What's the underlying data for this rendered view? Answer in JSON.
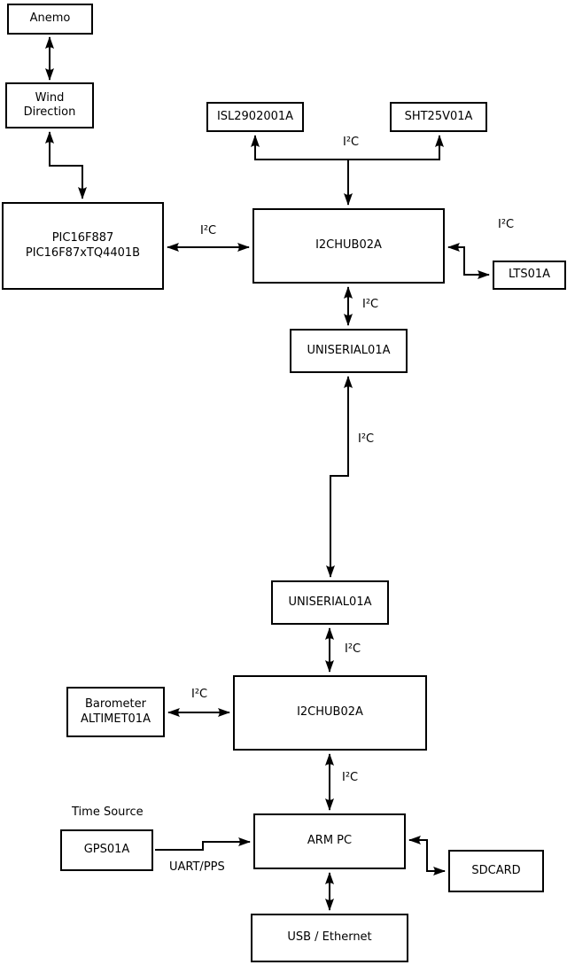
{
  "diagram": {
    "background_color": "#ffffff",
    "line_color": "#000000",
    "nodes": {
      "anemo": {
        "label": "Anemo"
      },
      "wind_direction": {
        "line1": "Wind",
        "line2": "Direction"
      },
      "pic": {
        "line1": "PIC16F887",
        "line2": "PIC16F87xTQ4401B"
      },
      "isl": {
        "label": "ISL2902001A"
      },
      "sht": {
        "label": "SHT25V01A"
      },
      "i2chub_top": {
        "label": "I2CHUB02A"
      },
      "lts": {
        "label": "LTS01A"
      },
      "uniserial_top": {
        "label": "UNISERIAL01A"
      },
      "uniserial_bottom": {
        "label": "UNISERIAL01A"
      },
      "i2chub_bottom": {
        "label": "I2CHUB02A"
      },
      "barometer": {
        "line1": "Barometer",
        "line2": "ALTIMET01A"
      },
      "gps": {
        "label": "GPS01A"
      },
      "arm_pc": {
        "label": "ARM PC"
      },
      "sdcard": {
        "label": "SDCARD"
      },
      "usb_ethernet": {
        "label": "USB / Ethernet"
      }
    },
    "edge_labels": {
      "i2c_pic_hub1": "I²C",
      "i2c_sensor_tee": "I²C",
      "i2c_hub1_lts": "I²C",
      "i2c_hub1_uniserial1": "I²C",
      "i2c_long_link": "I²C",
      "i2c_uniserial2_hub2": "I²C",
      "i2c_barometer_hub2": "I²C",
      "i2c_hub2_armpc": "I²C",
      "uart_pps": "UART/PPS"
    },
    "annotations": {
      "time_source": "Time Source"
    },
    "edges": [
      {
        "from": "anemo",
        "to": "wind_direction",
        "bidirectional": true
      },
      {
        "from": "wind_direction",
        "to": "pic",
        "bidirectional": true
      },
      {
        "from": "pic",
        "to": "i2chub_top",
        "bidirectional": true,
        "label": "I²C"
      },
      {
        "from": "i2chub_top",
        "to": "isl",
        "bidirectional": true,
        "label": "I²C"
      },
      {
        "from": "i2chub_top",
        "to": "sht",
        "bidirectional": true,
        "label": "I²C"
      },
      {
        "from": "i2chub_top",
        "to": "lts",
        "bidirectional": true,
        "label": "I²C"
      },
      {
        "from": "i2chub_top",
        "to": "uniserial_top",
        "bidirectional": true,
        "label": "I²C"
      },
      {
        "from": "uniserial_top",
        "to": "uniserial_bottom",
        "bidirectional": true,
        "label": "I²C"
      },
      {
        "from": "uniserial_bottom",
        "to": "i2chub_bottom",
        "bidirectional": true,
        "label": "I²C"
      },
      {
        "from": "barometer",
        "to": "i2chub_bottom",
        "bidirectional": true,
        "label": "I²C"
      },
      {
        "from": "i2chub_bottom",
        "to": "arm_pc",
        "bidirectional": true,
        "label": "I²C"
      },
      {
        "from": "gps",
        "to": "arm_pc",
        "bidirectional": false,
        "label": "UART/PPS"
      },
      {
        "from": "arm_pc",
        "to": "sdcard",
        "bidirectional": true
      },
      {
        "from": "arm_pc",
        "to": "usb_ethernet",
        "bidirectional": true
      }
    ]
  }
}
